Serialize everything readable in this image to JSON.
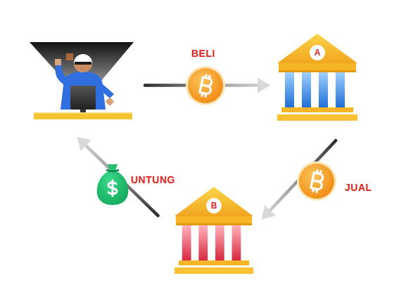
{
  "diagram": {
    "nodes": [
      {
        "text": []
      },
      {
        "text": [
          "A"
        ]
      },
      {
        "text": [
          "B"
        ]
      }
    ],
    "edges": [
      {
        "from": 0,
        "to": 1,
        "label": "BELI",
        "arrow": "to"
      },
      {
        "from": 1,
        "to": 2,
        "label": "JUAL",
        "arrow": "to"
      },
      {
        "from": 2,
        "to": 0,
        "label": "UNTUNG",
        "arrow": "to"
      }
    ]
  }
}
